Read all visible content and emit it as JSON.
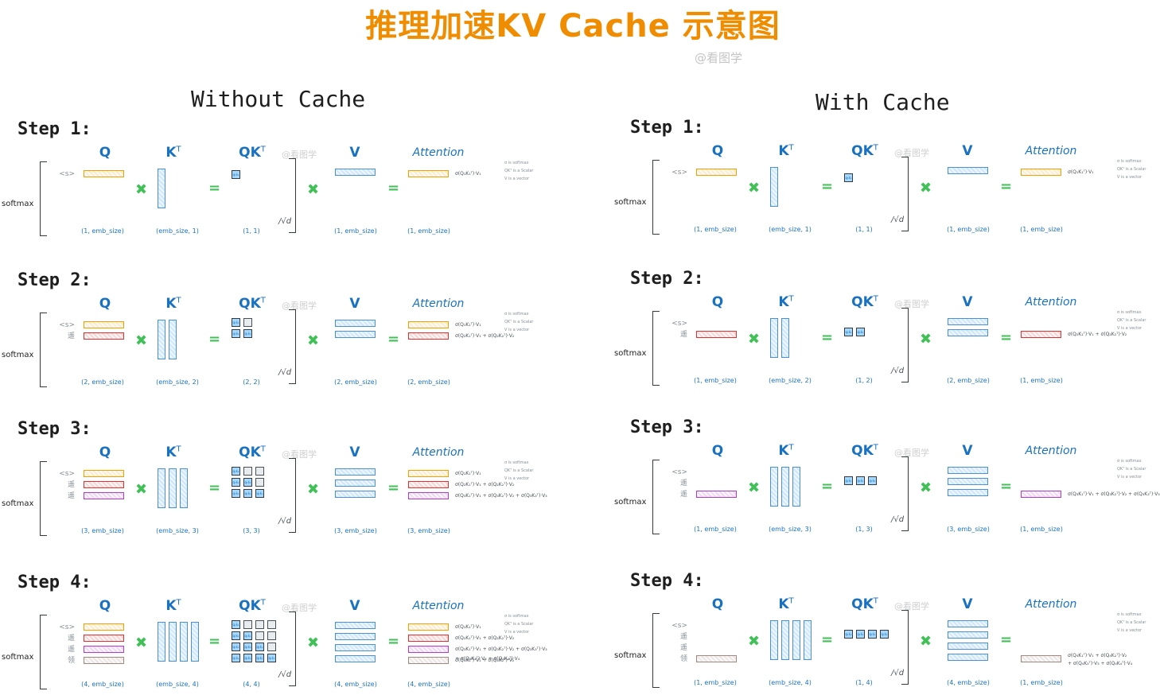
{
  "title": "推理加速KV Cache 示意图",
  "watermark": "@看图学",
  "colors": {
    "title": "#f08c00",
    "header_blue": "#1971c2",
    "operator_green": "#40c057",
    "token_colors": [
      "#f59f00",
      "#e03131",
      "#ae3ec9",
      "#a1887f"
    ]
  },
  "panels": [
    {
      "id": "without-cache",
      "title": "Without Cache",
      "steps": [
        {
          "label": "Step 1:",
          "tokens": [
            "<s>"
          ],
          "q_rows": 1,
          "k_cols": 1,
          "qk_rows": 1,
          "qk_cols": 1,
          "v_rows": 1,
          "att_rows": 1,
          "dims": {
            "q": "(1, emb_size)",
            "k": "(emb_size, 1)",
            "qk": "(1, 1)",
            "v": "(1, emb_size)",
            "att": "(1, emb_size)"
          },
          "formulas": [
            "σ(Q₁K₁ᵀ)·V₁"
          ]
        },
        {
          "label": "Step 2:",
          "tokens": [
            "<s>",
            "遥"
          ],
          "q_rows": 2,
          "k_cols": 2,
          "qk_rows": 2,
          "qk_cols": 2,
          "v_rows": 2,
          "att_rows": 2,
          "dims": {
            "q": "(2, emb_size)",
            "k": "(emb_size, 2)",
            "qk": "(2, 2)",
            "v": "(2, emb_size)",
            "att": "(2, emb_size)"
          },
          "formulas": [
            "σ(Q₁K₁ᵀ)·V₁",
            "σ(Q₂K₁ᵀ)·V₁ + σ(Q₂K₂ᵀ)·V₂"
          ]
        },
        {
          "label": "Step 3:",
          "tokens": [
            "<s>",
            "遥",
            "遥"
          ],
          "q_rows": 3,
          "k_cols": 3,
          "qk_rows": 3,
          "qk_cols": 3,
          "v_rows": 3,
          "att_rows": 3,
          "dims": {
            "q": "(3, emb_size)",
            "k": "(emb_size, 3)",
            "qk": "(3, 3)",
            "v": "(3, emb_size)",
            "att": "(3, emb_size)"
          },
          "formulas": [
            "σ(Q₁K₁ᵀ)·V₁",
            "σ(Q₂K₁ᵀ)·V₁ + σ(Q₂K₂ᵀ)·V₂",
            "σ(Q₃K₁ᵀ)·V₁ + σ(Q₃K₂ᵀ)·V₂ + σ(Q₃K₃ᵀ)·V₃"
          ]
        },
        {
          "label": "Step 4:",
          "tokens": [
            "<s>",
            "遥",
            "遥",
            "领"
          ],
          "q_rows": 4,
          "k_cols": 4,
          "qk_rows": 4,
          "qk_cols": 4,
          "v_rows": 4,
          "att_rows": 4,
          "dims": {
            "q": "(4, emb_size)",
            "k": "(emb_size, 4)",
            "qk": "(4, 4)",
            "v": "(4, emb_size)",
            "att": "(4, emb_size)"
          },
          "formulas": [
            "σ(Q₁K₁ᵀ)·V₁",
            "σ(Q₂K₁ᵀ)·V₁ + σ(Q₂K₂ᵀ)·V₂",
            "σ(Q₃K₁ᵀ)·V₁ + σ(Q₃K₂ᵀ)·V₂ + σ(Q₃K₃ᵀ)·V₃",
            "σ(Q₄K₁ᵀ)·V₁ + σ(Q₄K₂ᵀ)·V₂",
            "+ σ(Q₄K₃ᵀ)·V₃ + σ(Q₄K₄ᵀ)·V₄"
          ]
        }
      ]
    },
    {
      "id": "with-cache",
      "title": "With Cache",
      "steps": [
        {
          "label": "Step 1:",
          "tokens": [
            "<s>"
          ],
          "q_rows": 1,
          "k_cols": 1,
          "qk_rows": 1,
          "qk_cols": 1,
          "v_rows": 1,
          "att_rows": 1,
          "dims": {
            "q": "(1, emb_size)",
            "k": "(emb_size, 1)",
            "qk": "(1, 1)",
            "v": "(1, emb_size)",
            "att": "(1, emb_size)"
          },
          "formulas": [
            "σ(Q₁K₁ᵀ)·V₁"
          ]
        },
        {
          "label": "Step 2:",
          "tokens": [
            "<s>",
            "遥"
          ],
          "q_rows": 1,
          "k_cols": 2,
          "qk_rows": 1,
          "qk_cols": 2,
          "v_rows": 2,
          "att_rows": 1,
          "dims": {
            "q": "(1, emb_size)",
            "k": "(emb_size, 2)",
            "qk": "(1, 2)",
            "v": "(2, emb_size)",
            "att": "(1, emb_size)"
          },
          "formulas": [
            "σ(Q₂K₁ᵀ)·V₁ + σ(Q₂K₂ᵀ)·V₂"
          ]
        },
        {
          "label": "Step 3:",
          "tokens": [
            "<s>",
            "遥",
            "遥"
          ],
          "q_rows": 1,
          "k_cols": 3,
          "qk_rows": 1,
          "qk_cols": 3,
          "v_rows": 3,
          "att_rows": 1,
          "dims": {
            "q": "(1, emb_size)",
            "k": "(emb_size, 3)",
            "qk": "(1, 3)",
            "v": "(3, emb_size)",
            "att": "(1, emb_size)"
          },
          "formulas": [
            "σ(Q₃K₁ᵀ)·V₁ + σ(Q₃K₂ᵀ)·V₂ + σ(Q₃K₃ᵀ)·V₃"
          ]
        },
        {
          "label": "Step 4:",
          "tokens": [
            "<s>",
            "遥",
            "遥",
            "领"
          ],
          "q_rows": 1,
          "k_cols": 4,
          "qk_rows": 1,
          "qk_cols": 4,
          "v_rows": 4,
          "att_rows": 1,
          "dims": {
            "q": "(1, emb_size)",
            "k": "(emb_size, 4)",
            "qk": "(1, 4)",
            "v": "(4, emb_size)",
            "att": "(1, emb_size)"
          },
          "formulas": [
            "σ(Q₄K₁ᵀ)·V₁ + σ(Q₄K₂ᵀ)·V₂",
            "+ σ(Q₄K₃ᵀ)·V₃ + σ(Q₄K₄ᵀ)·V₄"
          ]
        }
      ]
    }
  ],
  "headers": {
    "q": "Q",
    "k": "K",
    "k_sup": "T",
    "qk": "QK",
    "qk_sup": "T",
    "v": "V",
    "att": "Attention"
  },
  "softmax_label": "softmax",
  "sqrt_label": "/√d",
  "cell_text": "q₁k₁",
  "notes": [
    "σ is softmax",
    "QKᵀ is a Scalar",
    "V is a vector"
  ],
  "operators": {
    "multiply": "✖",
    "equals": "="
  }
}
